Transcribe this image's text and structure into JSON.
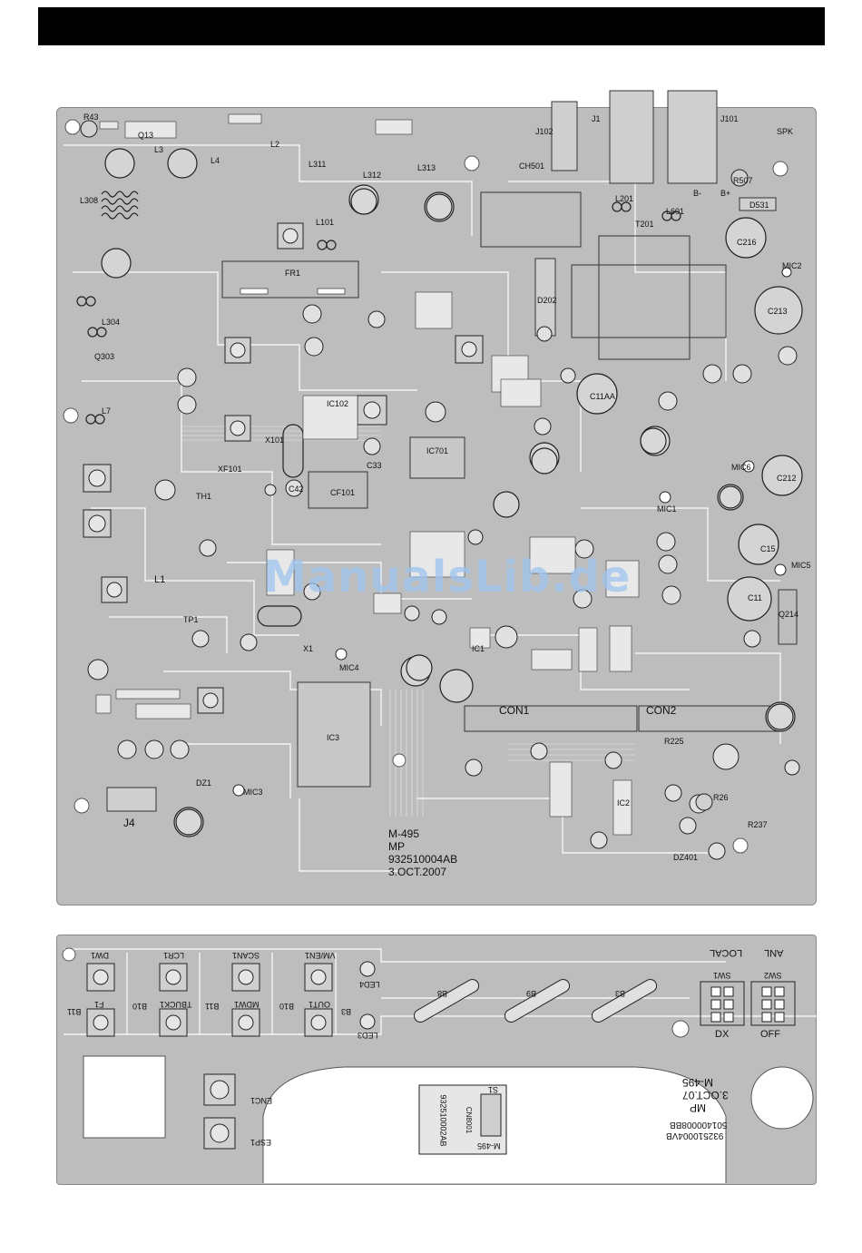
{
  "watermark": "ManualsLib.de",
  "main_board": {
    "model": "M-495",
    "type": "MP",
    "part_no": "932510004AB",
    "date": "3.OCT.2007",
    "connectors": {
      "con1": "CON1",
      "con2": "CON2",
      "j4": "J4",
      "j1": "J1",
      "j101": "J101",
      "j102": "J102",
      "spk": "SPK"
    },
    "labels": {
      "fr1": "FR1",
      "ic3": "IC3",
      "ic1": "IC1",
      "ic2": "IC2",
      "ic701": "IC701",
      "ic102": "IC102",
      "ch501": "CH501",
      "cf101": "CF101",
      "x101": "X101",
      "xf101": "XF101",
      "x1": "X1",
      "d202": "D202",
      "d531": "D531",
      "c216": "C216",
      "c213": "C213",
      "c212": "C212",
      "c15": "C15",
      "c11": "C11",
      "c11aa": "C11AA",
      "c33": "C33",
      "c42": "C42",
      "mic1": "MIC1",
      "mic2": "MIC2",
      "mic3": "MIC3",
      "mic4": "MIC4",
      "mic5": "MIC5",
      "mic6": "MIC6",
      "l1": "L1",
      "l2": "L2",
      "l3": "L3",
      "l4": "L4",
      "l7": "L7",
      "l101": "L101",
      "l201": "L201",
      "l304": "L304",
      "l308": "L308",
      "l311": "L311",
      "l312": "L312",
      "l313": "L313",
      "l601": "L601",
      "q13": "Q13",
      "q303": "Q303",
      "q214": "Q214",
      "dz1": "DZ1",
      "dz401": "DZ401",
      "th1": "TH1",
      "tp1": "TP1",
      "r43": "R43",
      "r507": "R507",
      "r225": "R225",
      "r26": "R26",
      "r237": "R237",
      "t201": "T201",
      "bminus": "B-",
      "bplus": "B+"
    }
  },
  "front_board": {
    "buttons": [
      "DW1",
      "LCR1",
      "SCAN1",
      "VM/EN1",
      "F1",
      "TBUCK1",
      "MDW1",
      "OUT1"
    ],
    "leds": [
      "LED4",
      "LED3",
      "B11",
      "B10",
      "B11",
      "B10",
      "B3"
    ],
    "lamps": [
      "B8",
      "B9",
      "B3"
    ],
    "switches": [
      {
        "name": "SW1",
        "func": "LOCAL",
        "pos": "DX"
      },
      {
        "name": "SW2",
        "func": "ANL",
        "pos": "OFF"
      }
    ],
    "encoders": [
      "ENC1",
      "ESP1"
    ],
    "model": "M-495",
    "date": "3.OCT.07",
    "type": "MP",
    "part_no_1": "501400008BB",
    "part_no_2": "932510004VB",
    "sub_pcb_model": "M-495",
    "sub_pcb_part": "932510002AB",
    "sub_pcb_conn": "CN8001",
    "sub_pcb_sw": "S1"
  }
}
